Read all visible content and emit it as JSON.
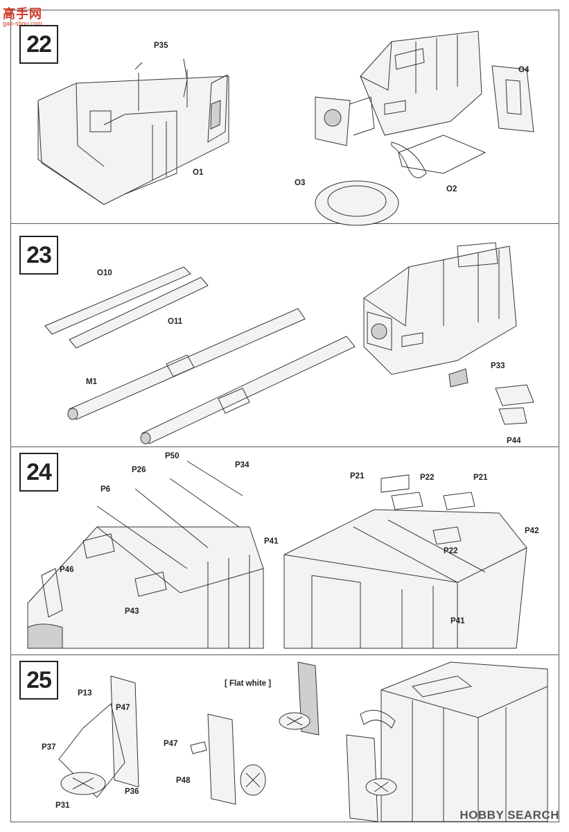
{
  "watermark_top": {
    "chars": "高手网",
    "sub": "gao-shou.com"
  },
  "watermark_bottom": "HOBBY SEARCH",
  "steps": [
    {
      "number": "22",
      "labels": [
        "P35",
        "O1",
        "O4",
        "O3",
        "O2"
      ]
    },
    {
      "number": "23",
      "labels": [
        "O10",
        "O11",
        "M1",
        "P33",
        "P44"
      ]
    },
    {
      "number": "24",
      "labels": [
        "P50",
        "P34",
        "P26",
        "P6",
        "P41",
        "P46",
        "P43",
        "P21",
        "P22",
        "P21",
        "P42",
        "P22",
        "P41"
      ]
    },
    {
      "number": "25",
      "labels": [
        "P13",
        "P47",
        "P37",
        "P36",
        "P31",
        "P47",
        "P48"
      ]
    }
  ],
  "paint_note": "[ Flat white ]"
}
